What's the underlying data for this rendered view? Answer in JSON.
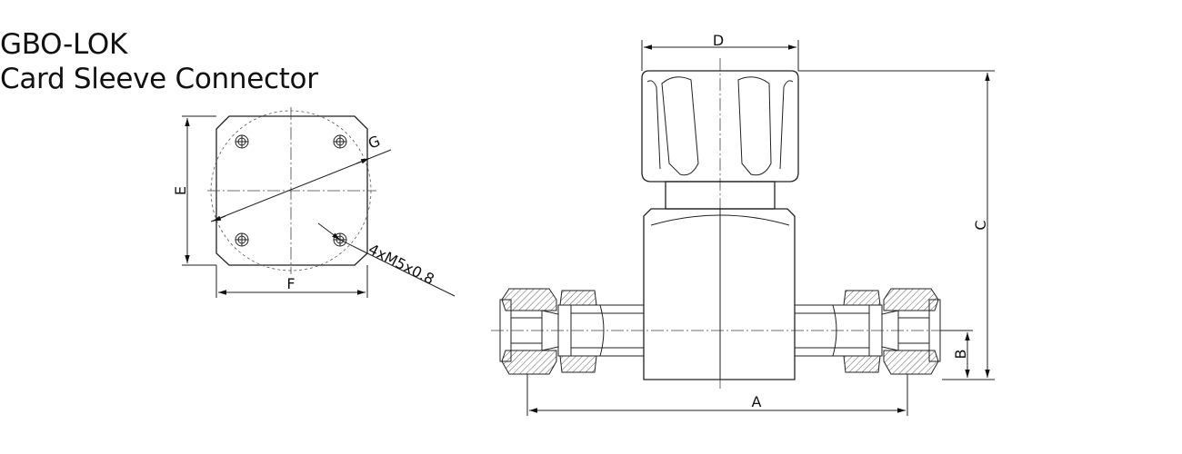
{
  "title": {
    "line1": "GBO-LOK",
    "line2": "Card Sleeve Connector"
  },
  "labels": {
    "A": "A",
    "B": "B",
    "C": "C",
    "D": "D",
    "E": "E",
    "F": "F",
    "G": "G",
    "thread": "4xM5x0.8"
  },
  "colors": {
    "line": "#222222",
    "background": "#ffffff"
  }
}
